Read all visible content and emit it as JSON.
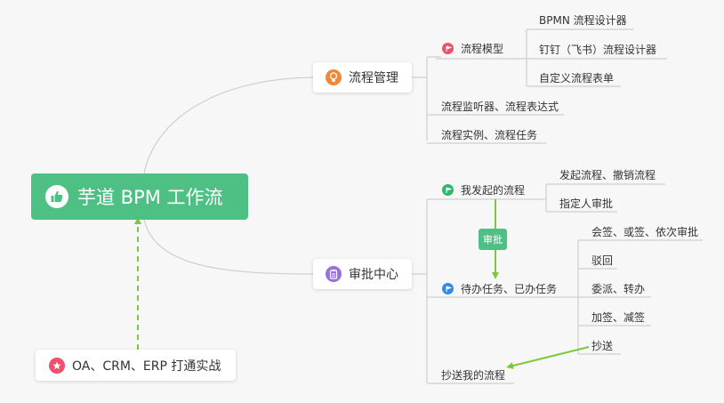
{
  "root": {
    "label": "芋道 BPM 工作流"
  },
  "branches": {
    "process_management": {
      "label": "流程管理",
      "model": {
        "label": "流程模型",
        "children": [
          "BPMN 流程设计器",
          "钉钉（飞书）流程设计器",
          "自定义流程表单"
        ]
      },
      "listener": "流程监听器、流程表达式",
      "instance": "流程实例、流程任务"
    },
    "approval_center": {
      "label": "审批中心",
      "my_processes": {
        "label": "我发起的流程",
        "children": [
          "发起流程、撤销流程",
          "指定人审批"
        ]
      },
      "todo": {
        "label": "待办任务、已办任务",
        "children": [
          "会签、或签、依次审批",
          "驳回",
          "委派、转办",
          "加签、减签",
          "抄送"
        ]
      },
      "cc_processes": "抄送我的流程",
      "approve_badge": "审批"
    }
  },
  "integration": {
    "label": "OA、CRM、ERP 打通实战"
  },
  "colors": {
    "root_green": "#4fc084",
    "arrow_green": "#7dc93a",
    "line_gray": "#cfcfcf",
    "process_icon": "#f0883a",
    "approval_icon": "#9a6fe0",
    "flag_red": "#f0506e",
    "flag_green": "#2eb872",
    "flag_blue": "#2f8de4",
    "integration_icon": "#f0506e"
  }
}
